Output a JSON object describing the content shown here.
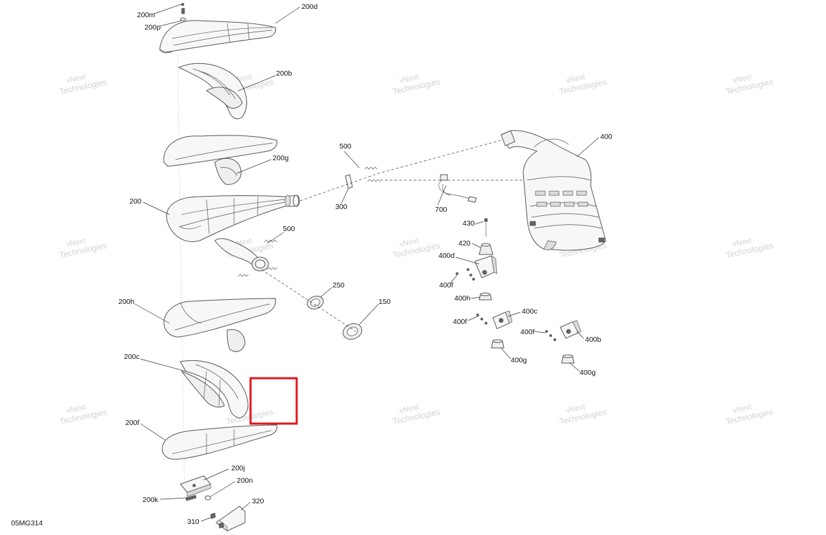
{
  "diagram": {
    "code": "05MG314",
    "watermark": [
      "vNext",
      "Technologies"
    ],
    "labels": {
      "p200m": "200m",
      "p200p": "200p",
      "p200d": "200d",
      "p200b": "200b",
      "p200g": "200g",
      "p200": "200",
      "p500a": "500",
      "p300": "300",
      "p500b": "500",
      "p250": "250",
      "p150": "150",
      "p200h": "200h",
      "p200c": "200c",
      "p200f": "200f",
      "p200j": "200j",
      "p200n": "200n",
      "p200k": "200k",
      "p320": "320",
      "p310": "310",
      "p400": "400",
      "p700": "700",
      "p430": "430",
      "p420": "420",
      "p400d": "400d",
      "p400f1": "400f",
      "p400h": "400h",
      "p400c": "400c",
      "p400f2": "400f",
      "p400f3": "400f",
      "p400b": "400b",
      "p400g1": "400g",
      "p400g2": "400g"
    },
    "highlight": {
      "color": "#e0161b"
    }
  }
}
